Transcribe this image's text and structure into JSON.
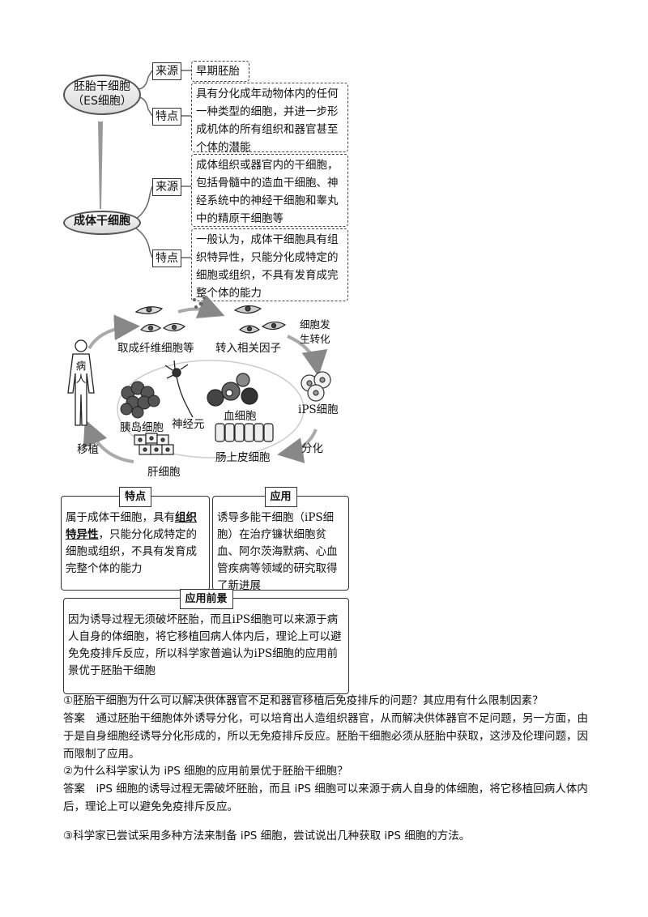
{
  "mindmap": {
    "es": {
      "title_line1": "胚胎干细胞",
      "title_line2": "（ES细胞）",
      "source_tag": "来源",
      "source_text": "早期胚胎",
      "feature_tag": "特点",
      "feature_text": "具有分化成年动物体内的任何一种类型的细胞，并进一步形成机体的所有组织和器官甚至个体的潜能"
    },
    "adult": {
      "title": "成体干细胞",
      "source_tag": "来源",
      "source_text": "成体组织或器官内的干细胞，包括骨髓中的造血干细胞、神经系统中的神经干细胞和睾丸中的精原干细胞等",
      "feature_tag": "特点",
      "feature_text": "一般认为，成体干细胞具有组织特异性，只能分化成特定的细胞或组织，不具有发育成完整个体的能力"
    }
  },
  "diagram": {
    "take_cells": "取成纤维细胞等",
    "add_factors": "转入相关因子",
    "transform_line1": "细胞发",
    "transform_line2": "生转化",
    "patient": "病人",
    "ips": "iPS细胞",
    "differentiate": "分化",
    "transplant": "移植",
    "neuron": "神经元",
    "islet": "胰岛细胞",
    "blood": "血细胞",
    "intestine": "肠上皮细胞",
    "liver": "肝细胞"
  },
  "features_box": {
    "title": "特点",
    "text_before": "属于成体干细胞，具有",
    "text_emph": "组织特异性",
    "text_after": "，只能分化成特定的细胞或组织，不具有发育成完整个体的能力"
  },
  "application_box": {
    "title": "应用",
    "text": "诱导多能干细胞（iPS细胞）在治疗镰状细胞贫血、阿尔茨海默病、心血管疾病等领域的研究取得了新进展"
  },
  "prospect_box": {
    "title": "应用前景",
    "text": "因为诱导过程无须破坏胚胎，而且iPS细胞可以来源于病人自身的体细胞，将它移植回病人体内后，理论上可以避免免疫排斥反应，所以科学家普遍认为iPS细胞的应用前景优于胚胎干细胞"
  },
  "qa": {
    "q1": "①胚胎干细胞为什么可以解决供体器官不足和器官移植后免疫排斥的问题？其应用有什么限制因素？",
    "a1": "答案　通过胚胎干细胞体外诱导分化，可以培育出人造组织器官，从而解决供体器官不足问题，另一方面，由于是自身细胞经诱导分化形成的，所以无免疫排斥反应。胚胎干细胞必须从胚胎中获取，这涉及伦理问题，因而限制了应用。",
    "q2": "②为什么科学家认为 iPS 细胞的应用前景优于胚胎干细胞？",
    "a2": "答案　iPS 细胞的诱导过程无需破坏胚胎，而且 iPS 细胞可以来源于病人自身的体细胞，将它移植回病人体内后，理论上可以避免免疫排斥反应。",
    "q3": "③科学家已尝试采用多种方法来制备 iPS 细胞，尝试说出几种获取 iPS 细胞的方法。"
  }
}
